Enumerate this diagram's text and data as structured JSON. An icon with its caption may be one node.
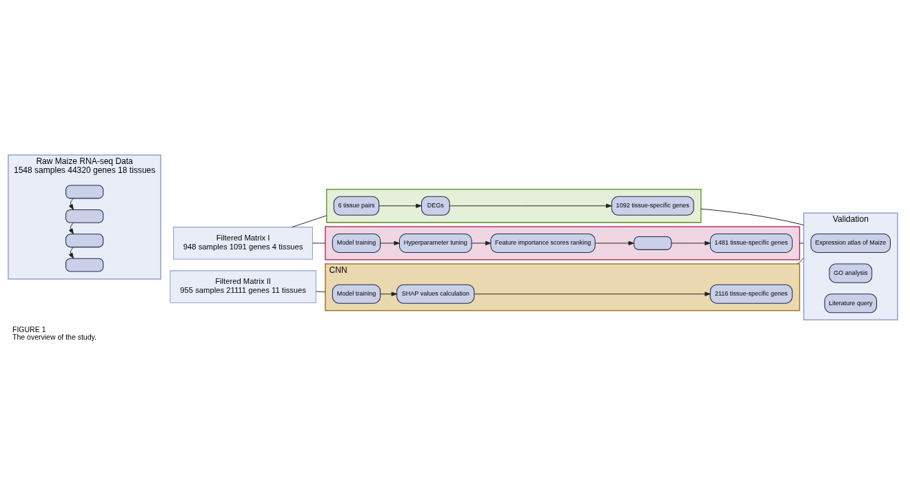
{
  "diagram": {
    "title": "FIGURE 1",
    "caption": "The overview of the study.",
    "nodes": [
      {
        "text": [
          "Raw Maize RNA-seq Data",
          "1548 samples 44320 genes 18 tissues"
        ]
      },
      {
        "text": [],
        "shape": "box",
        "in": 0
      },
      {
        "text": [],
        "shape": "box",
        "in": 0
      },
      {
        "text": [],
        "shape": "box",
        "in": 0
      },
      {
        "text": [],
        "shape": "box",
        "in": 0
      },
      {
        "text": [
          "Filtered Matrix I",
          "948 samples 1091 genes 4 tissues"
        ]
      },
      {
        "text": [],
        "shape": "box"
      },
      {
        "text": [
          "6 tissue pairs"
        ],
        "in": 6
      },
      {
        "text": [
          "DEGs"
        ],
        "in": 6
      },
      {
        "text": [
          "1092 tissue-specific genes"
        ],
        "in": 6
      },
      {
        "text": [],
        "shape": "box"
      },
      {
        "text": [
          "Model training"
        ],
        "in": 10
      },
      {
        "text": [
          "Hyperparameter tuning"
        ],
        "in": 10
      },
      {
        "text": [
          "Feature importance scores ranking"
        ],
        "in": 10
      },
      {
        "text": [],
        "shape": "box",
        "in": 10
      },
      {
        "text": [
          "1481 tissue-specific genes"
        ],
        "in": 10
      },
      {
        "text": [
          "Filtered Matrix II",
          "955 samples 21111 genes 11 tissues"
        ]
      },
      {
        "text": [
          "CNN"
        ]
      },
      {
        "text": [
          "Model training"
        ],
        "in": 17
      },
      {
        "text": [
          "SHAP values calculation"
        ],
        "in": 17
      },
      {
        "text": [
          "2116 tissue-specific genes"
        ],
        "in": 17
      },
      {
        "text": [
          "Validation"
        ]
      },
      {
        "text": [
          "Expression atlas of Maize"
        ],
        "in": 21
      },
      {
        "text": [
          "GO analysis"
        ],
        "in": 21
      },
      {
        "text": [
          "Literature query"
        ],
        "in": 21
      }
    ],
    "edges": [
      {
        "from": 1,
        "to": 2,
        "arrow": "to"
      },
      {
        "from": 2,
        "to": 3,
        "arrow": "to"
      },
      {
        "from": 3,
        "to": 4,
        "arrow": "to"
      },
      {
        "from": 5,
        "to": 6,
        "arrow": "none"
      },
      {
        "from": 5,
        "to": 10,
        "arrow": "none"
      },
      {
        "from": 7,
        "to": 8,
        "arrow": "to"
      },
      {
        "from": 8,
        "to": 9,
        "arrow": "to"
      },
      {
        "from": 11,
        "to": 12,
        "arrow": "to"
      },
      {
        "from": 12,
        "to": 13,
        "arrow": "to"
      },
      {
        "from": 13,
        "to": 14,
        "arrow": "to"
      },
      {
        "from": 14,
        "to": 15,
        "arrow": "to"
      },
      {
        "from": 16,
        "to": 17,
        "arrow": "none"
      },
      {
        "from": 18,
        "to": 19,
        "arrow": "to"
      },
      {
        "from": 19,
        "to": 20,
        "arrow": "to"
      },
      {
        "from": 6,
        "to": 21,
        "arrow": "none"
      },
      {
        "from": 10,
        "to": 21,
        "arrow": "none"
      },
      {
        "from": 17,
        "to": 21,
        "arrow": "none"
      }
    ]
  }
}
